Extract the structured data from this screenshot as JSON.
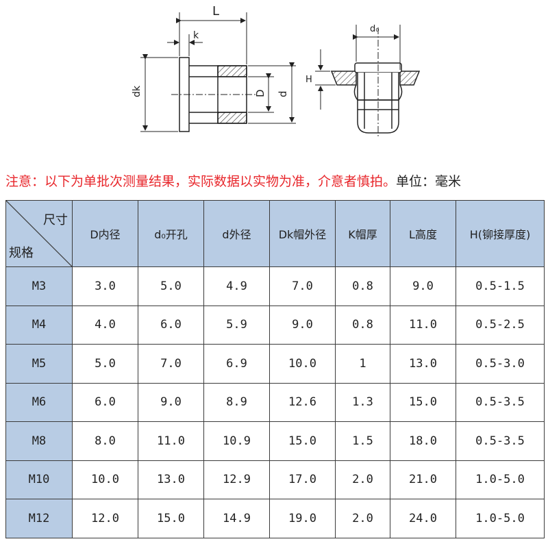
{
  "diagram": {
    "labels": {
      "length": "L",
      "flange_thickness": "k",
      "flange_diameter": "dk",
      "inner_diameter": "D",
      "outer_diameter": "d",
      "hole_diameter": "d₀",
      "rivet_thickness": "H"
    }
  },
  "notice": {
    "red_text": "注意：以下为单批次测量结果，实际数据以实物为准，介意者慎拍。",
    "unit_text": "单位：毫米"
  },
  "table": {
    "corner_top": "尺寸",
    "corner_bottom": "规格",
    "headers": [
      "D内径",
      "d₀开孔",
      "d外径",
      "Dk帽外径",
      "K帽厚",
      "L高度",
      "H(铆接厚度)"
    ],
    "rows": [
      {
        "spec": "M3",
        "cells": [
          "3.0",
          "5.0",
          "4.9",
          "7.0",
          "0.8",
          "9.0",
          "0.5-1.5"
        ]
      },
      {
        "spec": "M4",
        "cells": [
          "4.0",
          "6.0",
          "5.9",
          "9.0",
          "0.8",
          "11.0",
          "0.5-2.5"
        ]
      },
      {
        "spec": "M5",
        "cells": [
          "5.0",
          "7.0",
          "6.9",
          "10.0",
          "1",
          "13.0",
          "0.5-3.0"
        ]
      },
      {
        "spec": "M6",
        "cells": [
          "6.0",
          "9.0",
          "8.9",
          "12.6",
          "1.3",
          "15.0",
          "0.5-3.5"
        ]
      },
      {
        "spec": "M8",
        "cells": [
          "8.0",
          "11.0",
          "10.9",
          "15.0",
          "1.5",
          "18.0",
          "0.5-3.5"
        ]
      },
      {
        "spec": "M10",
        "cells": [
          "10.0",
          "13.0",
          "12.9",
          "17.0",
          "2.0",
          "21.0",
          "1.0-5.0"
        ]
      },
      {
        "spec": "M12",
        "cells": [
          "12.0",
          "15.0",
          "14.9",
          "19.0",
          "2.0",
          "24.0",
          "1.0-5.0"
        ]
      }
    ]
  }
}
